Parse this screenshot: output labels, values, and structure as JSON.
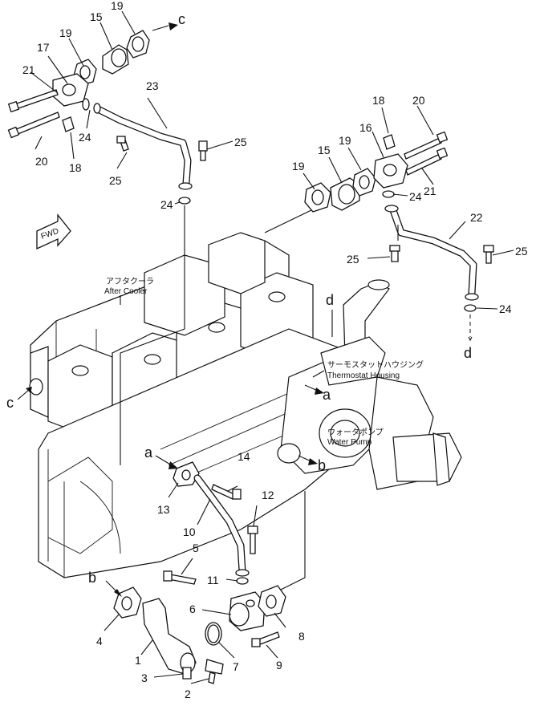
{
  "callouts": {
    "p1": "1",
    "p2": "2",
    "p3": "3",
    "p4": "4",
    "p5": "5",
    "p6": "6",
    "p7": "7",
    "p8": "8",
    "p9": "9",
    "p10": "10",
    "p11": "11",
    "p12": "12",
    "p13": "13",
    "p14": "14",
    "p15a": "15",
    "p15b": "15",
    "p16": "16",
    "p17": "17",
    "p18a": "18",
    "p18b": "18",
    "p19a": "19",
    "p19b": "19",
    "p19c": "19",
    "p20a": "20",
    "p20b": "20",
    "p21a": "21",
    "p21b": "21",
    "p22": "22",
    "p23": "23",
    "p24a": "24",
    "p24b": "24",
    "p24c": "24",
    "p24d": "24",
    "p25a": "25",
    "p25b": "25",
    "p25c": "25",
    "p25d": "25"
  },
  "letters": {
    "a1": "a",
    "a2": "a",
    "b1": "b",
    "b2": "b",
    "c1": "c",
    "c2": "c",
    "d1": "d",
    "d2": "d"
  },
  "annotations": {
    "after_cooler_jp": "アフタクーラ",
    "after_cooler_en": "After Cooler",
    "thermostat_jp": "サーモスタットハウジング",
    "thermostat_en": "Thermostat Housing",
    "water_pump_jp": "ウォータポンプ",
    "water_pump_en": "Water Pump",
    "fwd": "FWD"
  }
}
